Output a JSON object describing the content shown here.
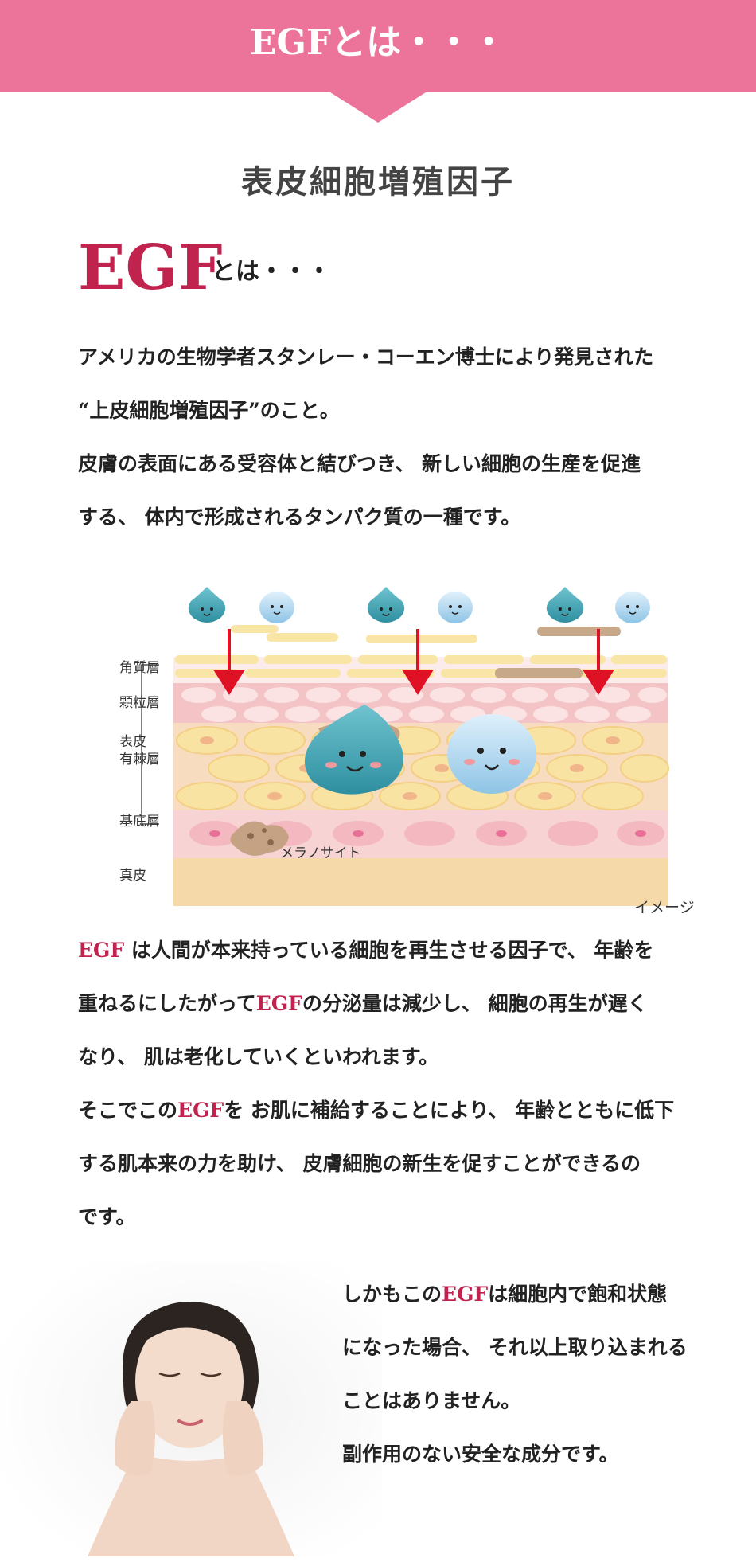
{
  "header": {
    "title": "EGFとは・・・"
  },
  "subtitle": "表皮細胞増殖因子",
  "intro": {
    "egf": "EGF",
    "towa": "とは・・・"
  },
  "paragraph1": [
    "アメリカの生物学者スタンレー・コーエン博士により発見された",
    "“上皮細胞増殖因子”のこと。",
    "皮膚の表面にある受容体と結びつき、 新しい細胞の生産を促進",
    "する、 体内で形成されるタンパク質の一種です。"
  ],
  "figure": {
    "labels": {
      "kakushitsu": "角質層",
      "karyu": "顆粒層",
      "hyohi": "表皮",
      "yukyoku": "有棘層",
      "kitei": "基底層",
      "shinpi": "真皮",
      "melanocyte": "メラノサイト"
    },
    "caption": "イメージ",
    "colors": {
      "arrow": "#e01025",
      "skin_pink": "#f5c7c9",
      "cell_yellow": "#f8e3a2",
      "dermis": "#f6d9a8"
    }
  },
  "paragraph2": {
    "l1a": "EGF",
    "l1b": " は人間が本来持っている細胞を再生させる因子で、 年齢を",
    "l2a": "重ねるにしたがって",
    "l2b": "EGF",
    "l2c": "の分泌量は減少し、 細胞の再生が遅く",
    "l3": "なり、 肌は老化していくといわれます。",
    "l4a": "そこでこの",
    "l4b": "EGF",
    "l4c": "を お肌に補給することにより、 年齢とともに低下",
    "l5": "する肌本来の力を助け、 皮膚細胞の新生を促すことができるの",
    "l6": "です。"
  },
  "paragraph3": {
    "l1a": "しかもこの",
    "l1b": "EGF",
    "l1c": "は細胞内で飽和状態",
    "l2": "になった場合、 それ以上取り込まれる",
    "l3": "ことはありません。",
    "l4": "副作用のない安全な成分です。"
  },
  "colors": {
    "banner": "#ec7399",
    "accent": "#c0234e"
  }
}
